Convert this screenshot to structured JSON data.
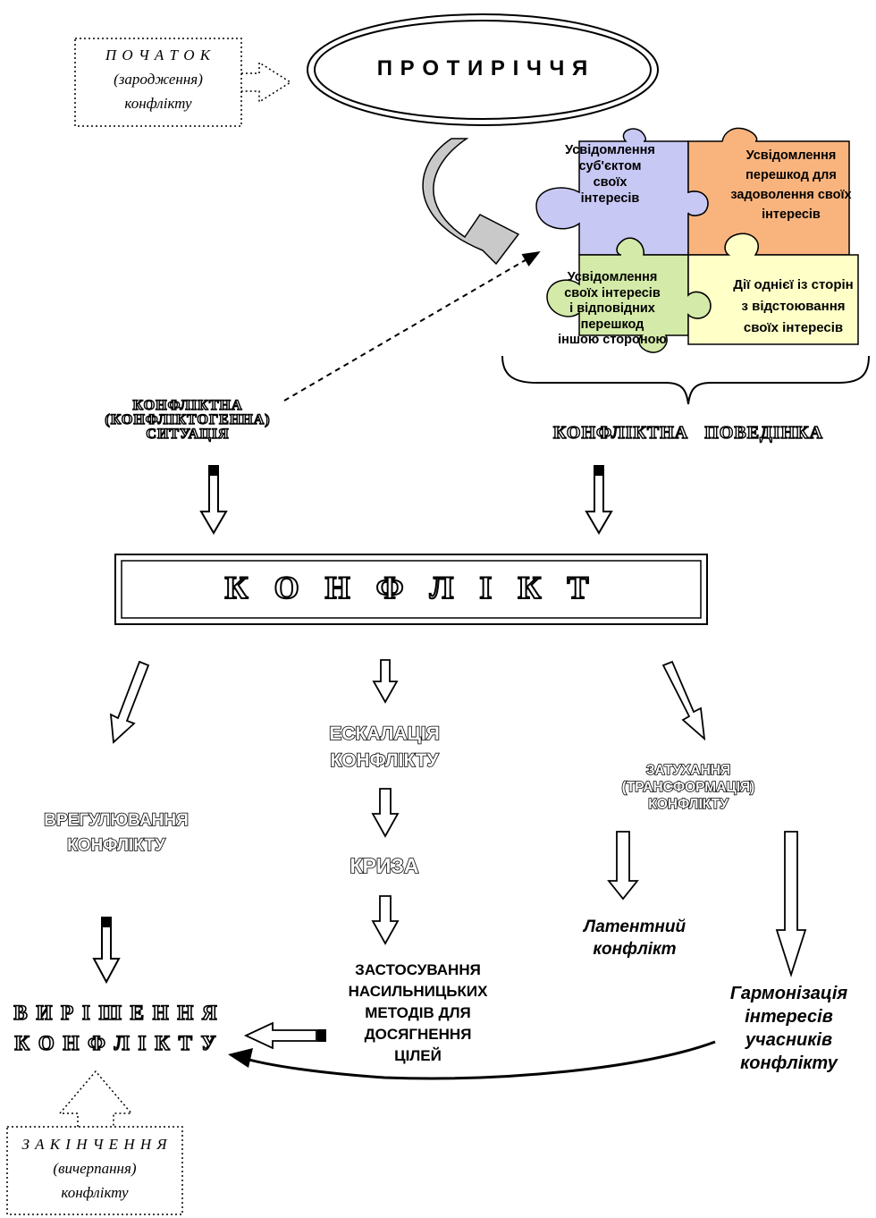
{
  "start_note": {
    "line1": "П О Ч А Т О К",
    "line2": "(зародження)",
    "line3": "конфлікту"
  },
  "contradiction": "П Р О Т И Р І Ч Ч Я",
  "puzzle": {
    "piece1": [
      "Усвідомлення",
      "суб'єктом",
      "своїх",
      "інтересів"
    ],
    "piece2": [
      "Усвідомлення",
      "перешкод для",
      "задоволення своїх",
      "інтересів"
    ],
    "piece3": [
      "Усвідомлення",
      "своїх інтересів",
      "і відповідних",
      "перешкод",
      "іншою стороною"
    ],
    "piece4": [
      "Дії однієї із сторін",
      "з відстоювання",
      "своїх інтересів"
    ],
    "colors": {
      "piece1": "#c8c8f5",
      "piece2": "#f9b47e",
      "piece3": "#d4eaa8",
      "piece4": "#ffffc8"
    }
  },
  "situation": [
    "КОНФЛІКТНА",
    "(КОНФЛІКТОГЕННА)",
    "СИТУАЦІЯ"
  ],
  "behavior": "КОНФЛІКТНА   ПОВЕДІНКА",
  "conflict": "К О Н Ф Л І К Т",
  "settlement": [
    "ВРЕГУЛЮВАННЯ",
    "КОНФЛІКТУ"
  ],
  "escalation": [
    "ЕСКАЛАЦІЯ",
    "КОНФЛІКТУ"
  ],
  "crisis": "КРИЗА",
  "violence": [
    "ЗАСТОСУВАННЯ",
    "НАСИЛЬНИЦЬКИХ",
    "МЕТОДІВ ДЛЯ",
    "ДОСЯГНЕННЯ",
    "ЦІЛЕЙ"
  ],
  "fading": [
    "ЗАТУХАННЯ",
    "(ТРАНСФОРМАЦІЯ)",
    "КОНФЛІКТУ"
  ],
  "latent": [
    "Латентний",
    "конфлікт"
  ],
  "harmonization": [
    "Гармонізація",
    "інтересів",
    "учасників",
    "конфлікту"
  ],
  "resolution": [
    "В И Р І Ш Е Н Н Я",
    "К О Н Ф Л І К Т У"
  ],
  "end_note": {
    "line1": "З А К І Н Ч Е Н Н Я",
    "line2": "(вичерпання)",
    "line3": "конфлікту"
  }
}
